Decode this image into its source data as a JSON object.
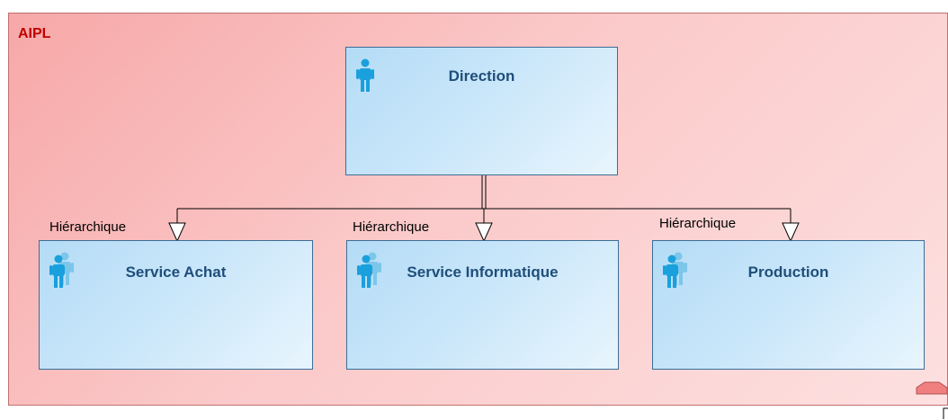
{
  "container": {
    "title": "AIPL"
  },
  "nodes": {
    "direction": {
      "label": "Direction",
      "icon": "person-icon"
    },
    "service_achat": {
      "label": "Service Achat",
      "icon": "group-icon"
    },
    "service_informatique": {
      "label": "Service Informatique",
      "icon": "group-icon"
    },
    "production": {
      "label": "Production",
      "icon": "group-icon"
    }
  },
  "relations": [
    {
      "from": "Direction",
      "to": "Service Achat",
      "label": "Hiérarchique"
    },
    {
      "from": "Direction",
      "to": "Service Informatique",
      "label": "Hiérarchique"
    },
    {
      "from": "Direction",
      "to": "Production",
      "label": "Hiérarchique"
    }
  ],
  "colors": {
    "container_fill": "#fbc9c9",
    "container_border": "#c07070",
    "container_title": "#c00000",
    "node_fill": "#cbe7fa",
    "node_border": "#3c6e96",
    "node_text": "#1f4e79",
    "icon": "#1aa0dc"
  }
}
